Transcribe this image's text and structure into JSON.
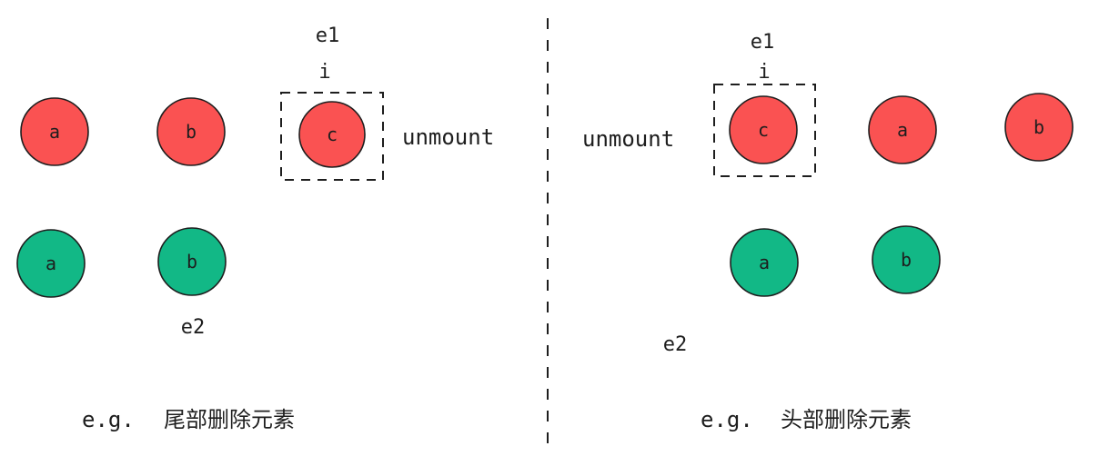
{
  "colors": {
    "old_node": "#fa5252",
    "new_node": "#12b886",
    "stroke": "#1e1e1e"
  },
  "left": {
    "old_nodes": [
      "a",
      "b",
      "c"
    ],
    "new_nodes": [
      "a",
      "b"
    ],
    "pointer_e1": "e1",
    "pointer_i": "i",
    "pointer_e2": "e2",
    "unmount": "unmount",
    "caption_prefix": "e.g.",
    "caption_text": "尾部删除元素"
  },
  "right": {
    "old_nodes": [
      "c",
      "a",
      "b"
    ],
    "new_nodes": [
      "a",
      "b"
    ],
    "pointer_e1": "e1",
    "pointer_i": "i",
    "pointer_e2": "e2",
    "unmount": "unmount",
    "caption_prefix": "e.g.",
    "caption_text": "头部删除元素"
  }
}
